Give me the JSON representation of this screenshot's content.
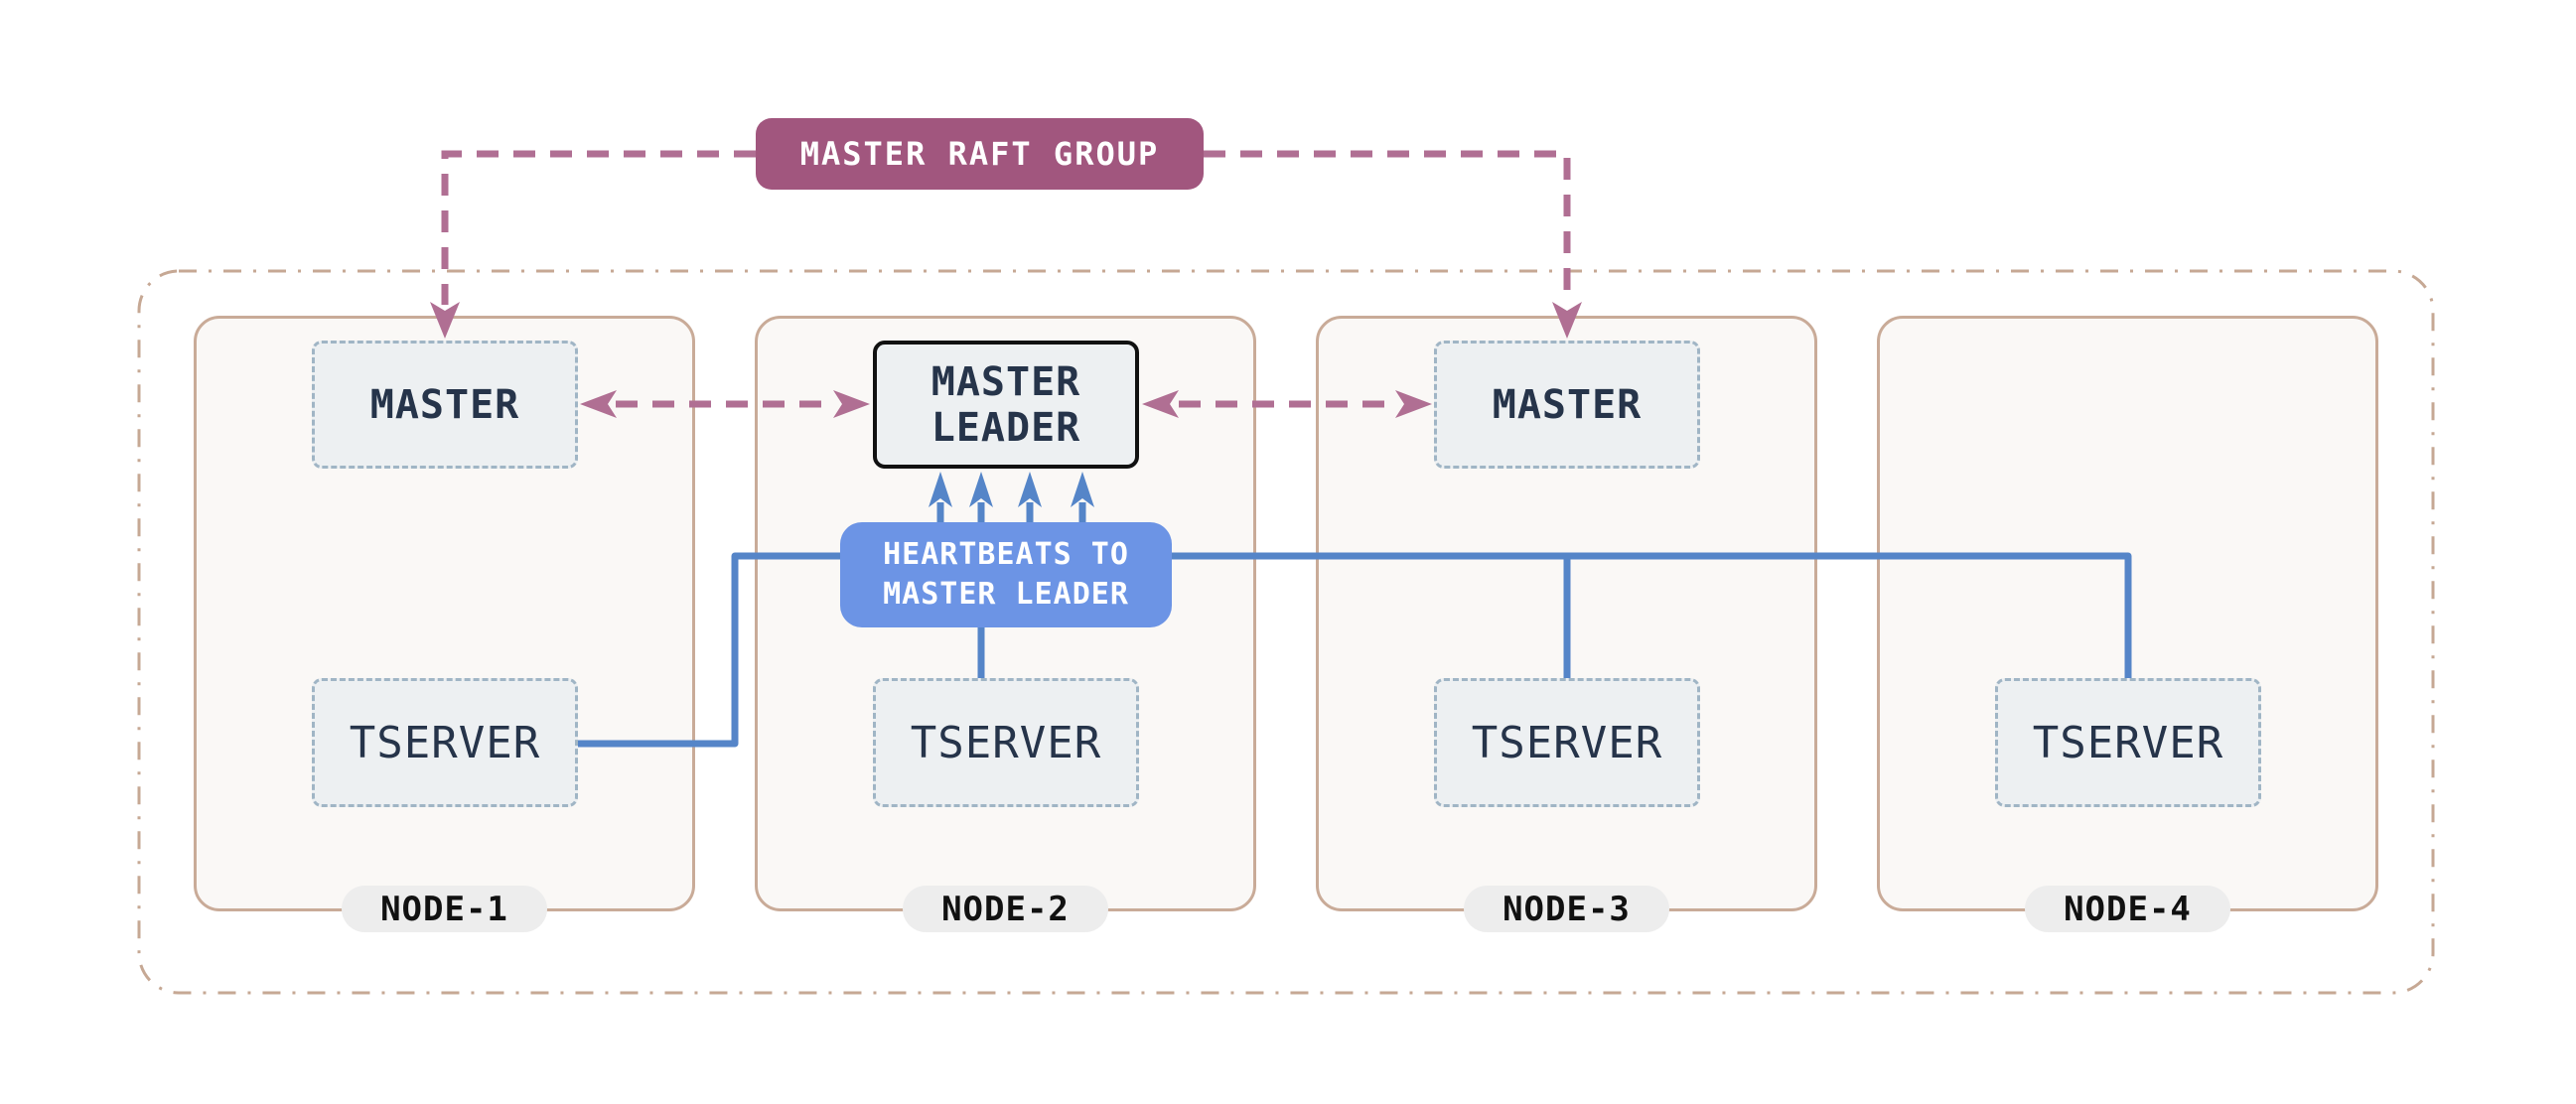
{
  "colors": {
    "canvas_bg": "#ffffff",
    "cluster_border": "#c6a894",
    "node_border": "#c9ab98",
    "node_bg": "#faf8f6",
    "component_bg": "#edf0f2",
    "component_border": "#a0b5c5",
    "component_text": "#26344a",
    "leader_border": "#111111",
    "raft_bg": "#a1567e",
    "raft_text": "#ffffff",
    "link_pink": "#b06f93",
    "link_blue": "#5585c8",
    "heartbeat_bg": "#6c94e5",
    "heartbeat_text": "#ffffff",
    "pill_bg": "#ededed",
    "pill_text": "#111111"
  },
  "raft_group": {
    "label": "MASTER RAFT GROUP"
  },
  "heartbeat_callout": {
    "line1": "HEARTBEATS TO",
    "line2": "MASTER LEADER"
  },
  "nodes": [
    {
      "label": "NODE-1",
      "master": "MASTER",
      "tserver": "TSERVER"
    },
    {
      "label": "NODE-2",
      "master": "MASTER LEADER",
      "tserver": "TSERVER"
    },
    {
      "label": "NODE-3",
      "master": "MASTER",
      "tserver": "TSERVER"
    },
    {
      "label": "NODE-4",
      "tserver": "TSERVER"
    }
  ]
}
